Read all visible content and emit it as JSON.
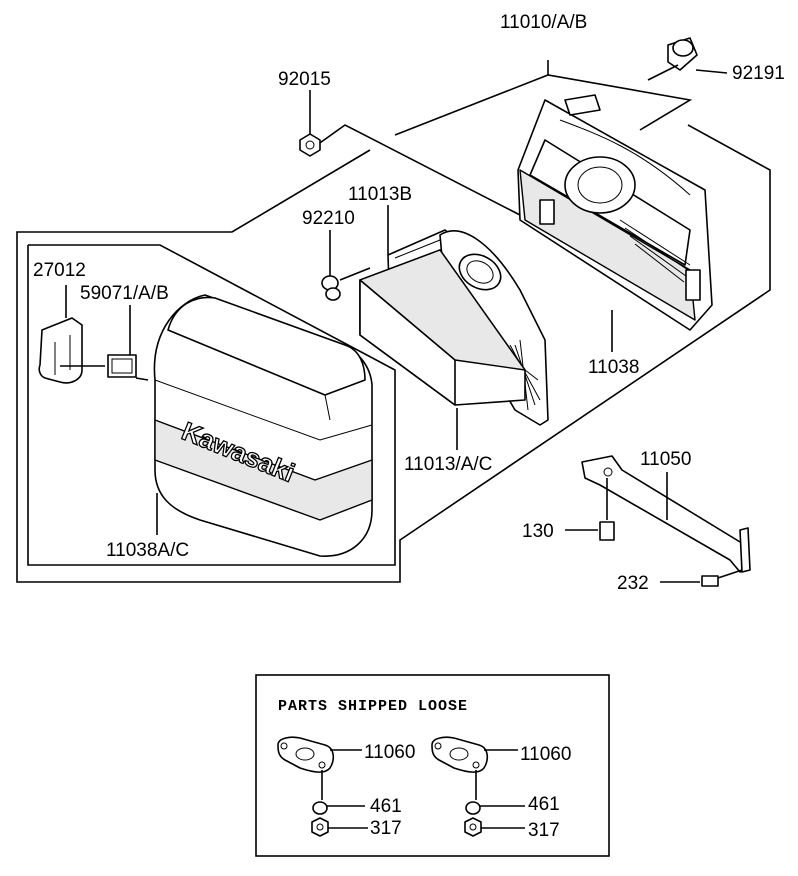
{
  "labels": {
    "p11010": "11010/A/B",
    "p92191": "92191",
    "p92015": "92015",
    "p11013B": "11013B",
    "p92210": "92210",
    "p27012": "27012",
    "p59071": "59071/A/B",
    "p11038": "11038",
    "p11013": "11013/A/C",
    "p11050": "11050",
    "p130": "130",
    "p232": "232",
    "p11038AC": "11038A/C",
    "p11060a": "11060",
    "p11060b": "11060",
    "p461a": "461",
    "p461b": "461",
    "p317a": "317",
    "p317b": "317"
  },
  "brand_text": "Kawasaki",
  "loose_box": {
    "title": "PARTS SHIPPED LOOSE"
  }
}
